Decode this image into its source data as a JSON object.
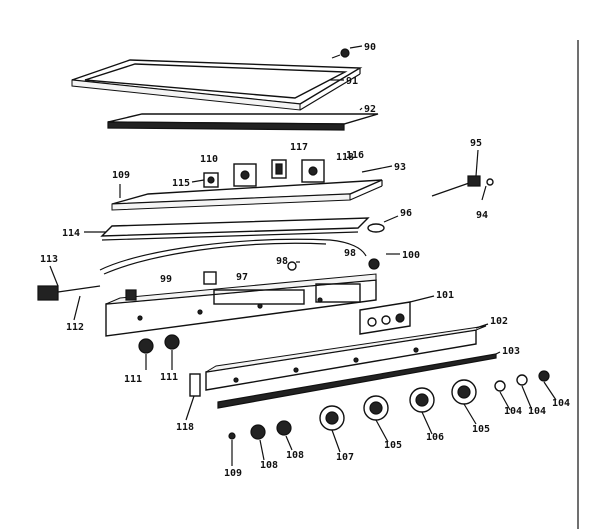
{
  "diagram": {
    "labels": {
      "p90": "90",
      "p91": "91",
      "p92": "92",
      "p93": "93",
      "p94": "94",
      "p95": "95",
      "p96": "96",
      "p97": "97",
      "p98": "98",
      "p98b": "98",
      "p99": "99",
      "p100": "100",
      "p101": "101",
      "p102": "102",
      "p103": "103",
      "p104a": "104",
      "p104b": "104",
      "p104c": "104",
      "p105a": "105",
      "p105b": "105",
      "p106": "106",
      "p107": "107",
      "p108a": "108",
      "p108b": "108",
      "p109": "109",
      "p109b": "109",
      "p110": "110",
      "p111a": "111",
      "p111b": "111",
      "p112": "112",
      "p113": "113",
      "p114": "114",
      "p115": "115",
      "p116": "116",
      "p117": "117",
      "p118": "118",
      "p118b": "118"
    }
  }
}
